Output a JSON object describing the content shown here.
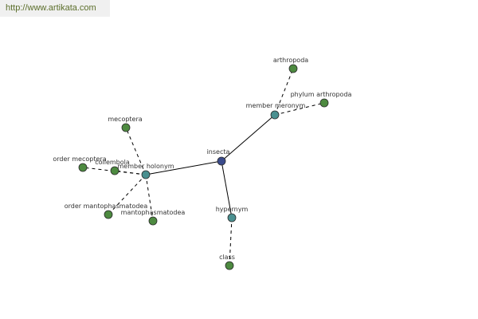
{
  "header": {
    "url": "http://www.artikata.com"
  },
  "colors": {
    "center": "#3b4b8c",
    "relation": "#4a9090",
    "leaf": "#4d8a40",
    "stroke": "#2a2a2a"
  },
  "graph": {
    "nodes": [
      {
        "id": "insecta",
        "label": "insecta",
        "kind": "center"
      },
      {
        "id": "member-meronym",
        "label": "member meronym",
        "kind": "relation"
      },
      {
        "id": "member-holonym",
        "label": "member holonym",
        "kind": "relation"
      },
      {
        "id": "hypernym",
        "label": "hypernym",
        "kind": "relation"
      },
      {
        "id": "arthropoda",
        "label": "arthropoda",
        "kind": "leaf"
      },
      {
        "id": "phylum-arthropoda",
        "label": "phylum arthropoda",
        "kind": "leaf"
      },
      {
        "id": "mecoptera",
        "label": "mecoptera",
        "kind": "leaf"
      },
      {
        "id": "order-mecoptera",
        "label": "order mecoptera",
        "kind": "leaf"
      },
      {
        "id": "collembola",
        "label": "collembola",
        "kind": "leaf"
      },
      {
        "id": "order-mantophasmatodea",
        "label": "order mantophasmatodea",
        "kind": "leaf"
      },
      {
        "id": "mantophasmatodea",
        "label": "mantophasmatodea",
        "kind": "leaf"
      },
      {
        "id": "class",
        "label": "class",
        "kind": "leaf"
      }
    ],
    "edges": [
      {
        "from": "insecta",
        "to": "member-meronym",
        "style": "solid"
      },
      {
        "from": "insecta",
        "to": "member-holonym",
        "style": "solid"
      },
      {
        "from": "insecta",
        "to": "hypernym",
        "style": "solid"
      },
      {
        "from": "member-meronym",
        "to": "arthropoda",
        "style": "dashed"
      },
      {
        "from": "member-meronym",
        "to": "phylum-arthropoda",
        "style": "dashed"
      },
      {
        "from": "member-holonym",
        "to": "mecoptera",
        "style": "dashed"
      },
      {
        "from": "member-holonym",
        "to": "order-mecoptera",
        "style": "dashed"
      },
      {
        "from": "member-holonym",
        "to": "collembola",
        "style": "dashed"
      },
      {
        "from": "member-holonym",
        "to": "order-mantophasmatodea",
        "style": "dashed"
      },
      {
        "from": "member-holonym",
        "to": "mantophasmatodea",
        "style": "dashed"
      },
      {
        "from": "hypernym",
        "to": "class",
        "style": "dashed"
      }
    ]
  }
}
